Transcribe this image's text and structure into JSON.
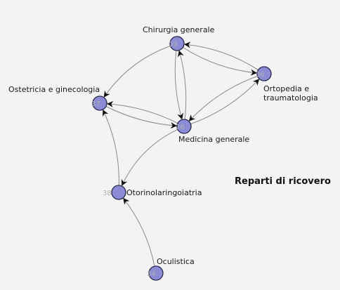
{
  "title": "Reparti di ricovero",
  "colors": {
    "node_fill": "#8c8cd6",
    "node_stroke": "#26264a",
    "edge": "#8a8a8a",
    "background": "#f3f3f3"
  },
  "nodes": [
    {
      "id": "chirurgia",
      "code": "09",
      "label": [
        "Chirurgia generale"
      ]
    },
    {
      "id": "ortopedia",
      "code": "36",
      "label": [
        "Ortopedia e",
        "traumatologia"
      ]
    },
    {
      "id": "ostetricia",
      "code": "37",
      "label": [
        "Ostetricia e ginecologia"
      ]
    },
    {
      "id": "medicina",
      "code": "26",
      "label": [
        "Medicina generale"
      ]
    },
    {
      "id": "otorino",
      "code": "38",
      "label": [
        "Otorinolaringoiatria"
      ]
    },
    {
      "id": "oculistica",
      "code": "34",
      "label": [
        "Oculistica"
      ]
    }
  ],
  "edges": [
    {
      "from": "chirurgia",
      "to": "ostetricia"
    },
    {
      "from": "chirurgia",
      "to": "medicina"
    },
    {
      "from": "medicina",
      "to": "chirurgia"
    },
    {
      "from": "chirurgia",
      "to": "ortopedia"
    },
    {
      "from": "ortopedia",
      "to": "chirurgia"
    },
    {
      "from": "ortopedia",
      "to": "medicina"
    },
    {
      "from": "medicina",
      "to": "ortopedia"
    },
    {
      "from": "ostetricia",
      "to": "medicina"
    },
    {
      "from": "medicina",
      "to": "ostetricia"
    },
    {
      "from": "medicina",
      "to": "otorino"
    },
    {
      "from": "otorino",
      "to": "ostetricia"
    },
    {
      "from": "oculistica",
      "to": "otorino"
    }
  ]
}
